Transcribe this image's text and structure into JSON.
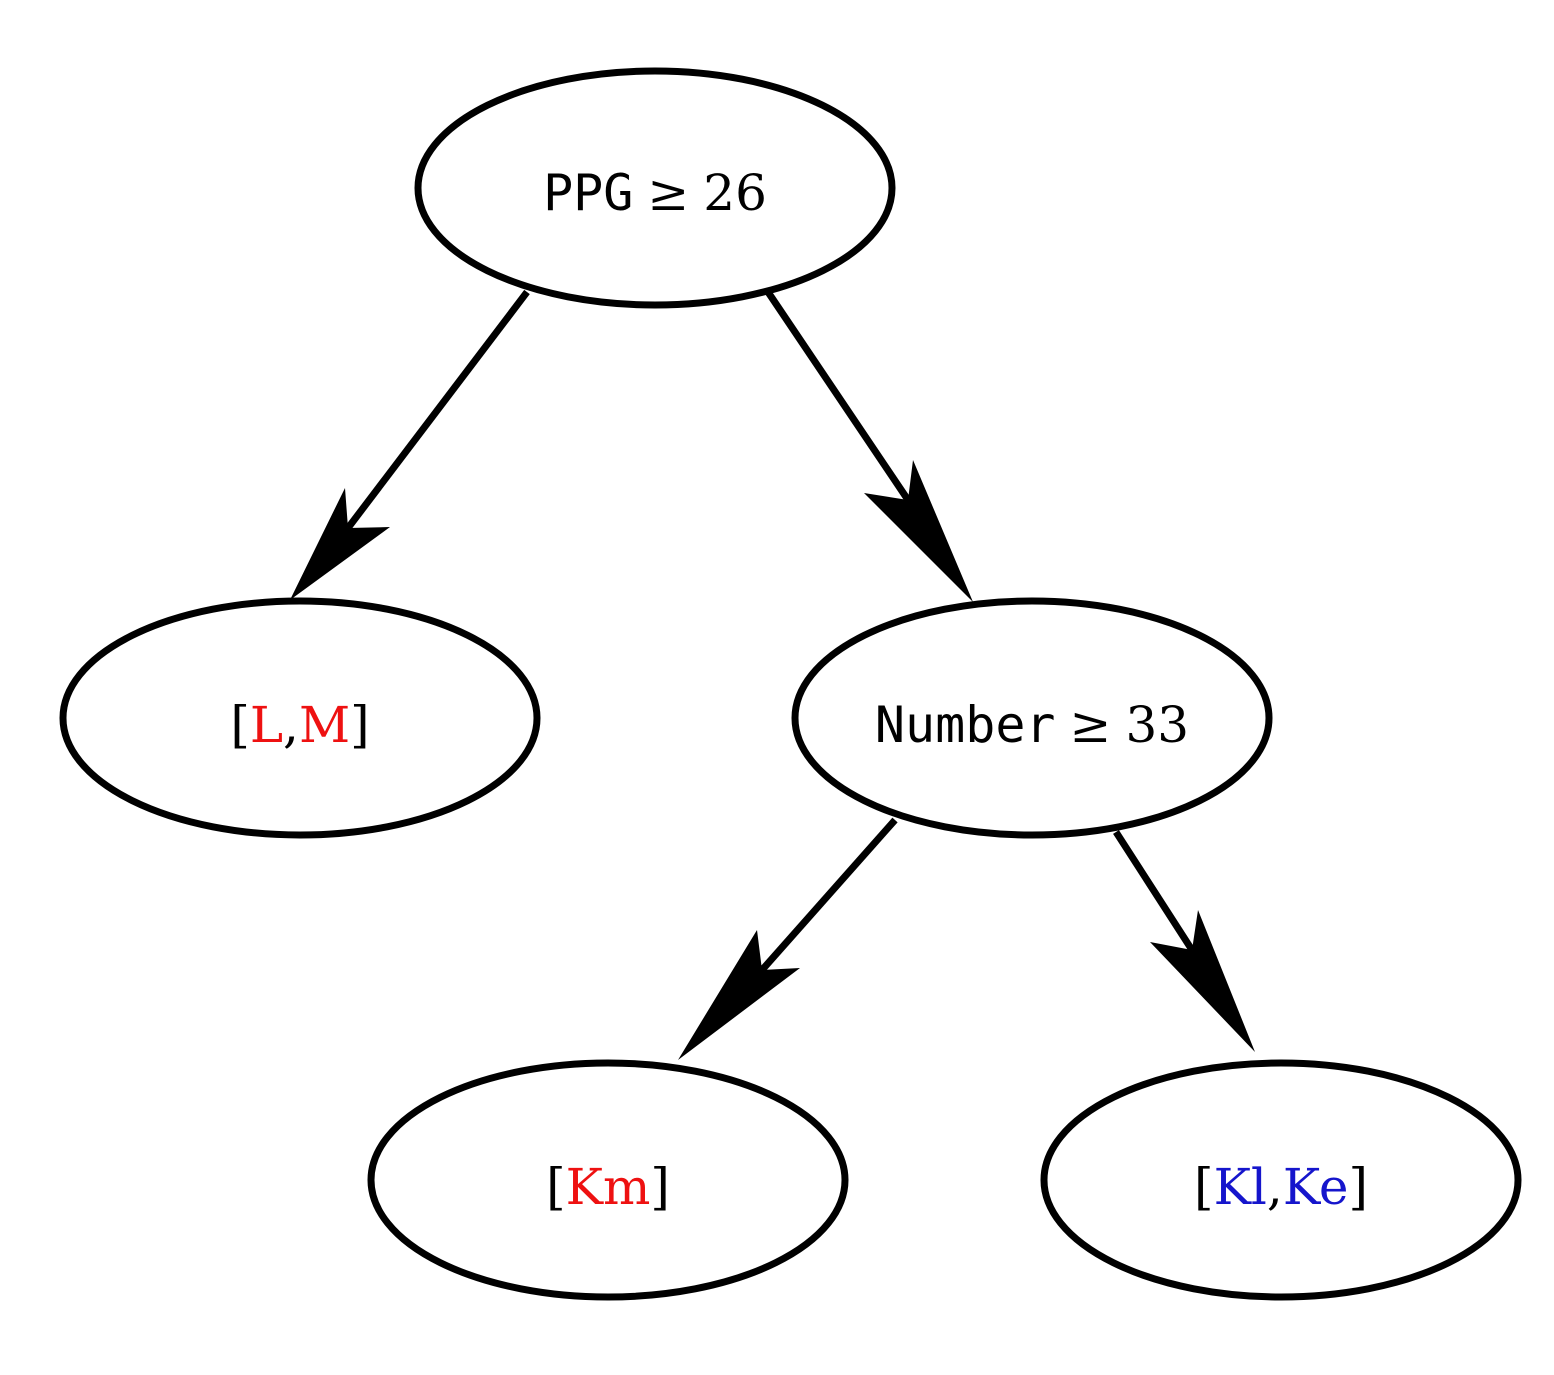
{
  "colors": {
    "red_label": "#ee1111",
    "blue_label": "#1515cc",
    "black": "#000000"
  },
  "nodes": {
    "root": {
      "feature": "PPG",
      "operator": "≥",
      "threshold": "26"
    },
    "left_leaf": {
      "open": "[",
      "item1": "L",
      "sep": ",",
      "item2": "M",
      "close": "]"
    },
    "mid": {
      "feature": "Number",
      "operator": "≥",
      "threshold": "33"
    },
    "bottom_left_leaf": {
      "open": "[",
      "item1": "Km",
      "close": "]"
    },
    "bottom_right_leaf": {
      "open": "[",
      "item1": "Kl",
      "sep": ",",
      "item2": "Ke",
      "close": "]"
    }
  }
}
